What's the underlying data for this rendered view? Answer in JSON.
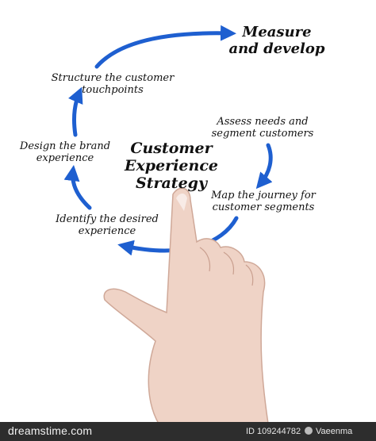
{
  "center_title": [
    "Customer",
    "Experience",
    "Strategy"
  ],
  "steps": {
    "measure": [
      "Measure",
      "and develop"
    ],
    "structure": [
      "Structure the customer",
      "touchpoints"
    ],
    "design": [
      "Design the brand",
      "experience"
    ],
    "identify": [
      "Identify the desired",
      "experience"
    ],
    "assess": [
      "Assess needs and",
      "segment customers"
    ],
    "map": [
      "Map the journey for",
      "customer segments"
    ]
  },
  "footer": {
    "brand": "dreamstime.com",
    "id": "ID 109244782",
    "user": "Vaeenma"
  },
  "colors": {
    "arrow": "#1e5fd0",
    "footer_bg": "#2d2d2d"
  }
}
